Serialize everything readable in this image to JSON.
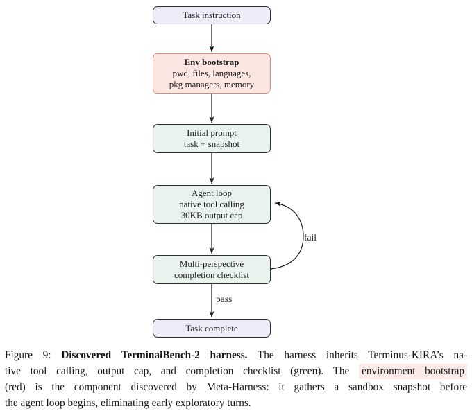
{
  "diagram": {
    "nodes": {
      "task_instruction": {
        "label": "Task instruction"
      },
      "env_bootstrap": {
        "title": "Env bootstrap",
        "line1": "pwd, files, languages,",
        "line2": "pkg managers, memory"
      },
      "initial_prompt": {
        "line1": "Initial prompt",
        "line2": "task + snapshot"
      },
      "agent_loop": {
        "line1": "Agent loop",
        "line2": "native tool calling",
        "line3": "30KB output cap"
      },
      "checklist": {
        "line1": "Multi-perspective",
        "line2": "completion checklist"
      },
      "task_complete": {
        "label": "Task complete"
      }
    },
    "edge_labels": {
      "fail": "fail",
      "pass": "pass"
    },
    "colors": {
      "lavender_fill": "#ececf9",
      "green_fill": "#e9f2ec",
      "red_fill": "#fbe6e2",
      "red_border": "#e0897b",
      "dark_border": "#2f2f2f",
      "arrow": "#161616",
      "caption_highlight": "#fbe9e7"
    }
  },
  "caption": {
    "line1_prefix": "Figure 9:",
    "line1_bold": "Discovered TerminalBench-2 harness.",
    "line1_rest": "The harness inherits Terminus-KIRA’s na-",
    "line2_pre": "tive tool calling, output cap, and completion checklist (green). The",
    "line2_highlight": "environment bootstrap",
    "line3": "(red) is the component discovered by Meta-Harness: it gathers a sandbox snapshot before",
    "line4": "the agent loop begins, eliminating early exploratory turns."
  }
}
